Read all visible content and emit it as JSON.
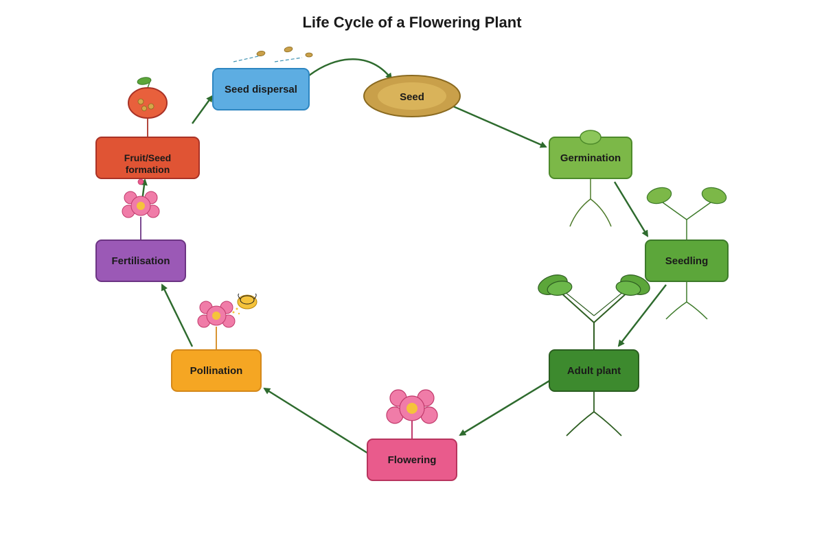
{
  "title": "Life Cycle of a Flowering Plant",
  "stages": {
    "seed": "Seed",
    "germination": "Germination",
    "seedling": "Seedling",
    "adult_plant": "Adult plant",
    "flowering": "Flowering",
    "pollination": "Pollination",
    "fertilisation": "Fertilisation",
    "fruit_seed_formation": [
      "Fruit/Seed",
      "formation"
    ],
    "seed_dispersal": "Seed dispersal"
  },
  "colors": {
    "seed": "#c9a04a",
    "germination": "#7cb848",
    "seedling": "#5ca63a",
    "adult_plant": "#3d8a2e",
    "flowering": "#e95b8c",
    "pollination": "#f5a623",
    "fertilisation": "#9b59b6",
    "fruit_seed_formation": "#e05434",
    "seed_dispersal": "#5dade2",
    "arrow": "#2e6b2e"
  }
}
